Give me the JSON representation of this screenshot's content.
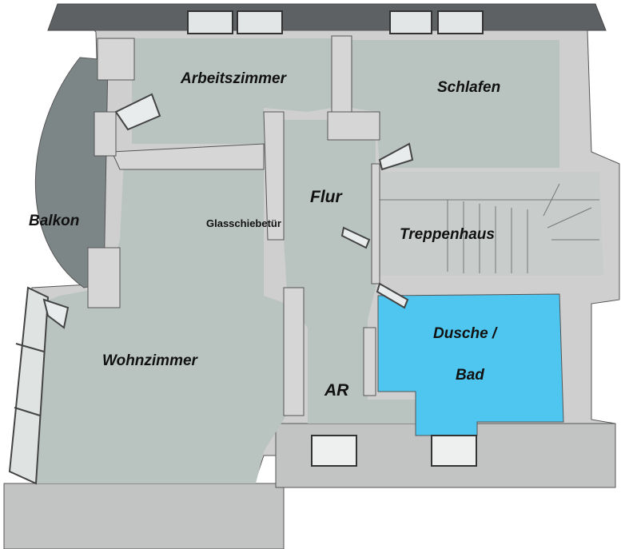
{
  "rooms": {
    "arbeitszimmer": "Arbeitszimmer",
    "schlafen": "Schlafen",
    "flur": "Flur",
    "balkon": "Balkon",
    "glasschiebetuer": "Glasschiebetür",
    "treppenhaus": "Treppenhaus",
    "dusche_line1": "Dusche /",
    "dusche_line2": "Bad",
    "wohnzimmer": "Wohnzimmer",
    "ar": "AR"
  },
  "colors": {
    "floor": "#b9c4c1",
    "wall": "#cfcfcf",
    "wall_dark": "#a8a8a8",
    "roof": "#5e6163",
    "balcony": "#7d8686",
    "bathroom": "#4fc6ef",
    "facade": "#c2c4c3",
    "outline": "#555555"
  }
}
